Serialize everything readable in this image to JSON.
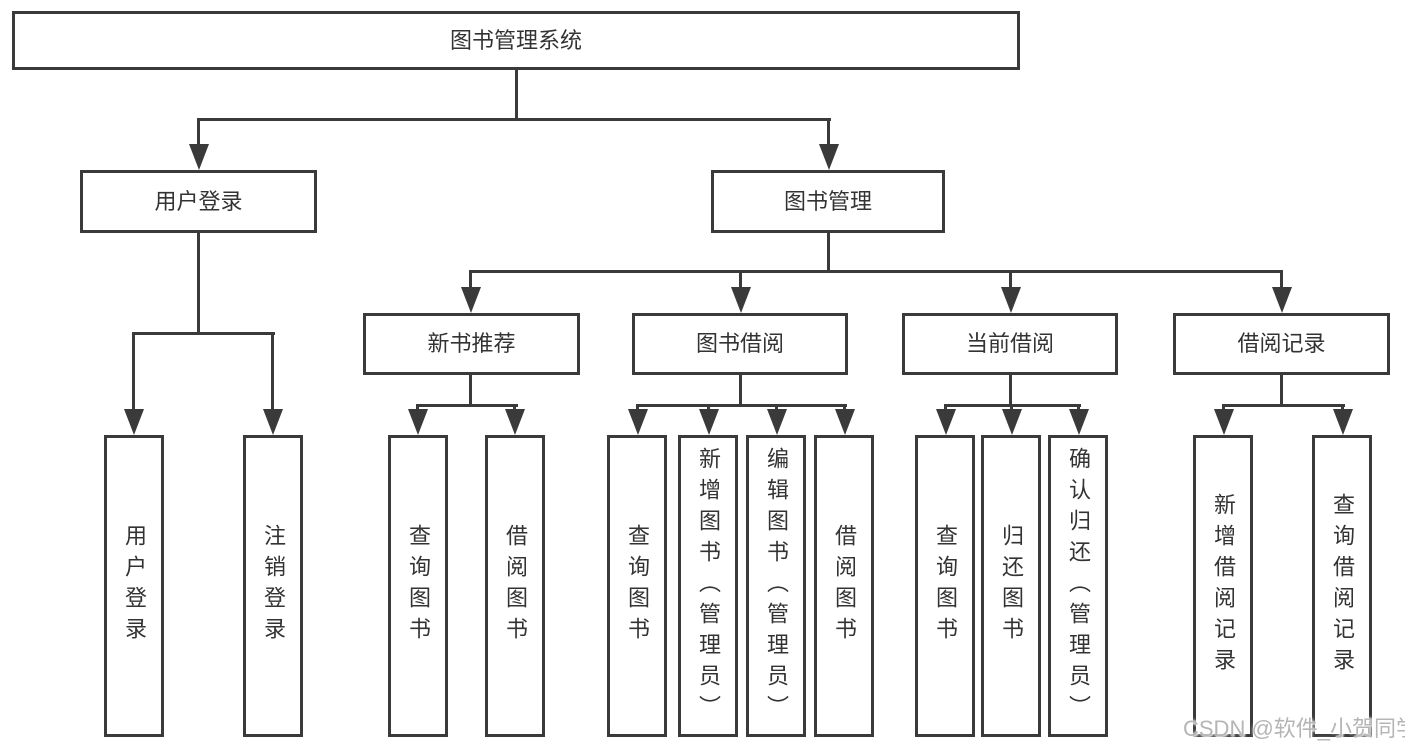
{
  "diagram_title": "图书管理系统",
  "tree": {
    "root": {
      "label": "图书管理系统",
      "children": [
        {
          "label": "用户登录",
          "children": [
            {
              "label": "用户登录"
            },
            {
              "label": "注销登录"
            }
          ]
        },
        {
          "label": "图书管理",
          "children": [
            {
              "label": "新书推荐",
              "children": [
                {
                  "label": "查询图书"
                },
                {
                  "label": "借阅图书"
                }
              ]
            },
            {
              "label": "图书借阅",
              "children": [
                {
                  "label": "查询图书"
                },
                {
                  "label": "新增图书（管理员）"
                },
                {
                  "label": "编辑图书（管理员）"
                },
                {
                  "label": "借阅图书"
                }
              ]
            },
            {
              "label": "当前借阅",
              "children": [
                {
                  "label": "查询图书"
                },
                {
                  "label": "归还图书"
                },
                {
                  "label": "确认归还（管理员）"
                }
              ]
            },
            {
              "label": "借阅记录",
              "children": [
                {
                  "label": "新增借阅记录"
                },
                {
                  "label": "查询借阅记录"
                }
              ]
            }
          ]
        }
      ]
    }
  },
  "watermark": {
    "text": "CSDN @软件_小贺同学"
  },
  "colors": {
    "line": "#3a3a3a",
    "box_border": "#3a3a3a",
    "box_fill": "#ffffff",
    "text": "#333333",
    "watermark_text": "#b5b5b5",
    "background": "#ffffff"
  }
}
